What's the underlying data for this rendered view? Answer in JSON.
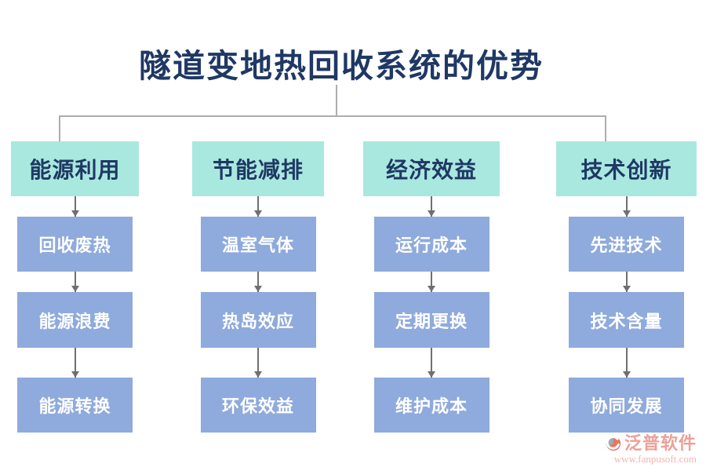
{
  "title": "隧道变地热回收系统的优势",
  "columns": [
    {
      "header": "能源利用",
      "items": [
        "回收废热",
        "能源浪费",
        "能源转换"
      ]
    },
    {
      "header": "节能减排",
      "items": [
        "温室气体",
        "热岛效应",
        "环保效益"
      ]
    },
    {
      "header": "经济效益",
      "items": [
        "运行成本",
        "定期更换",
        "维护成本"
      ]
    },
    {
      "header": "技术创新",
      "items": [
        "先进技术",
        "技术含量",
        "协同发展"
      ]
    }
  ],
  "watermark": {
    "brand": "泛普软件",
    "url": "www.fanpusoft.com",
    "icon": "fanpu-swirl-logo-icon"
  },
  "colors": {
    "title_text": "#1F3864",
    "header_fill": "#A9E8DF",
    "header_text": "#1F3864",
    "item_fill": "#8FAADC",
    "item_text": "#FFFFFF",
    "bracket_line": "#ADADAD",
    "arrow": "#6F6F6F",
    "watermark_text": "#E8897F",
    "logo_orange": "#E0563A",
    "logo_gray": "#8E979C"
  }
}
